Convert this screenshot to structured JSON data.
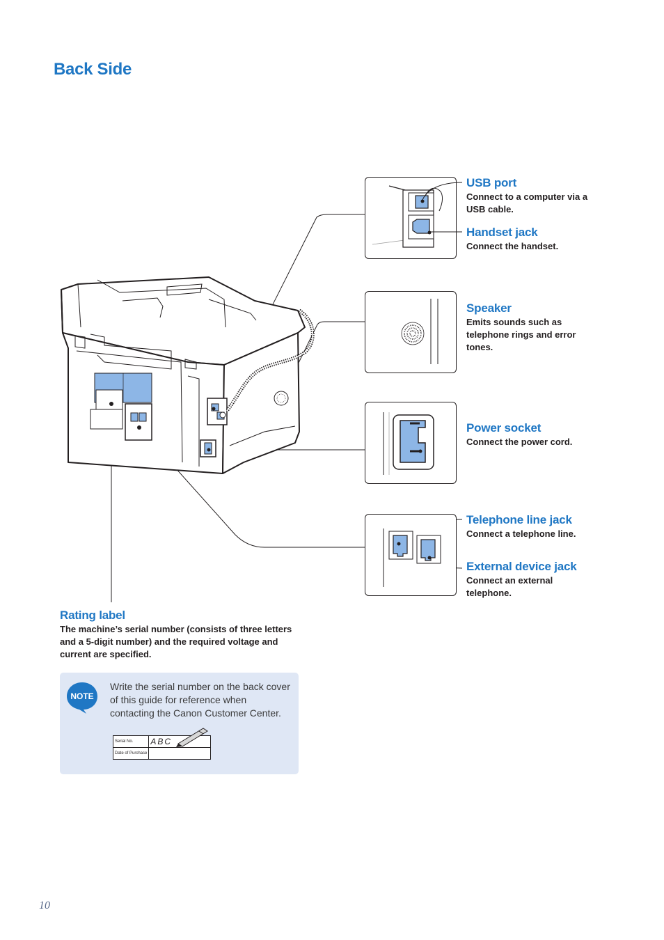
{
  "page": {
    "title": "Back Side",
    "page_number": "10"
  },
  "callouts": {
    "usb_port": {
      "title": "USB port",
      "desc": "Connect to a computer via a USB cable."
    },
    "handset_jack": {
      "title": "Handset jack",
      "desc": "Connect the handset."
    },
    "speaker": {
      "title": "Speaker",
      "desc": "Emits sounds such as telephone rings and error tones."
    },
    "power_socket": {
      "title": "Power socket",
      "desc": "Connect the power cord."
    },
    "telephone_line_jack": {
      "title": "Telephone line jack",
      "desc": "Connect a telephone line."
    },
    "external_device_jack": {
      "title": "External device jack",
      "desc": "Connect an external telephone."
    },
    "rating_label": {
      "title": "Rating label",
      "desc": "The machine’s serial number (consists of three letters and a 5-digit number) and the required voltage and current are specified."
    }
  },
  "note": {
    "badge": "NOTE",
    "text": "Write the serial number on the back cover of this guide for reference when contacting the Canon Customer Center.",
    "table": {
      "serial_label": "Serial No.",
      "serial_value": "ABC",
      "date_label": "Date of Purchase",
      "date_value": ""
    }
  },
  "colors": {
    "accent": "#1f77c4",
    "note_bg": "#dfe7f5",
    "port_blue": "#8db6e6"
  }
}
